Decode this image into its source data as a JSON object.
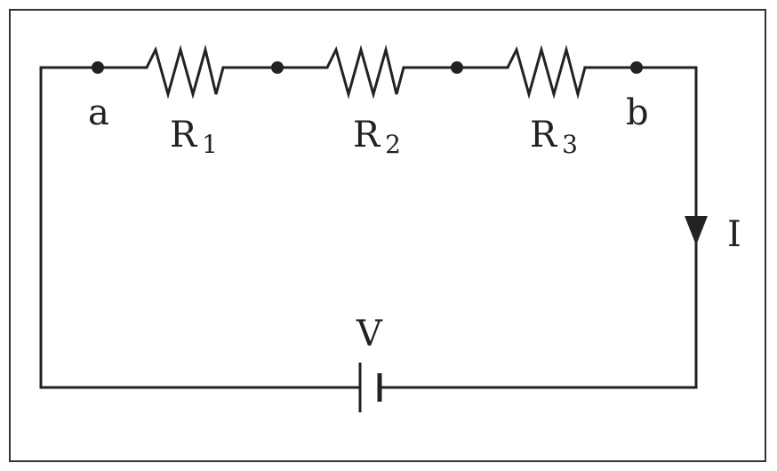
{
  "colors": {
    "ink": "#222222",
    "frame": "#333333",
    "background": "#ffffff"
  },
  "labels": {
    "node_a": "a",
    "node_b": "b",
    "r1_letter": "R",
    "r1_sub": "1",
    "r2_letter": "R",
    "r2_sub": "2",
    "r3_letter": "R",
    "r3_sub": "3",
    "current": "I",
    "voltage": "V"
  }
}
